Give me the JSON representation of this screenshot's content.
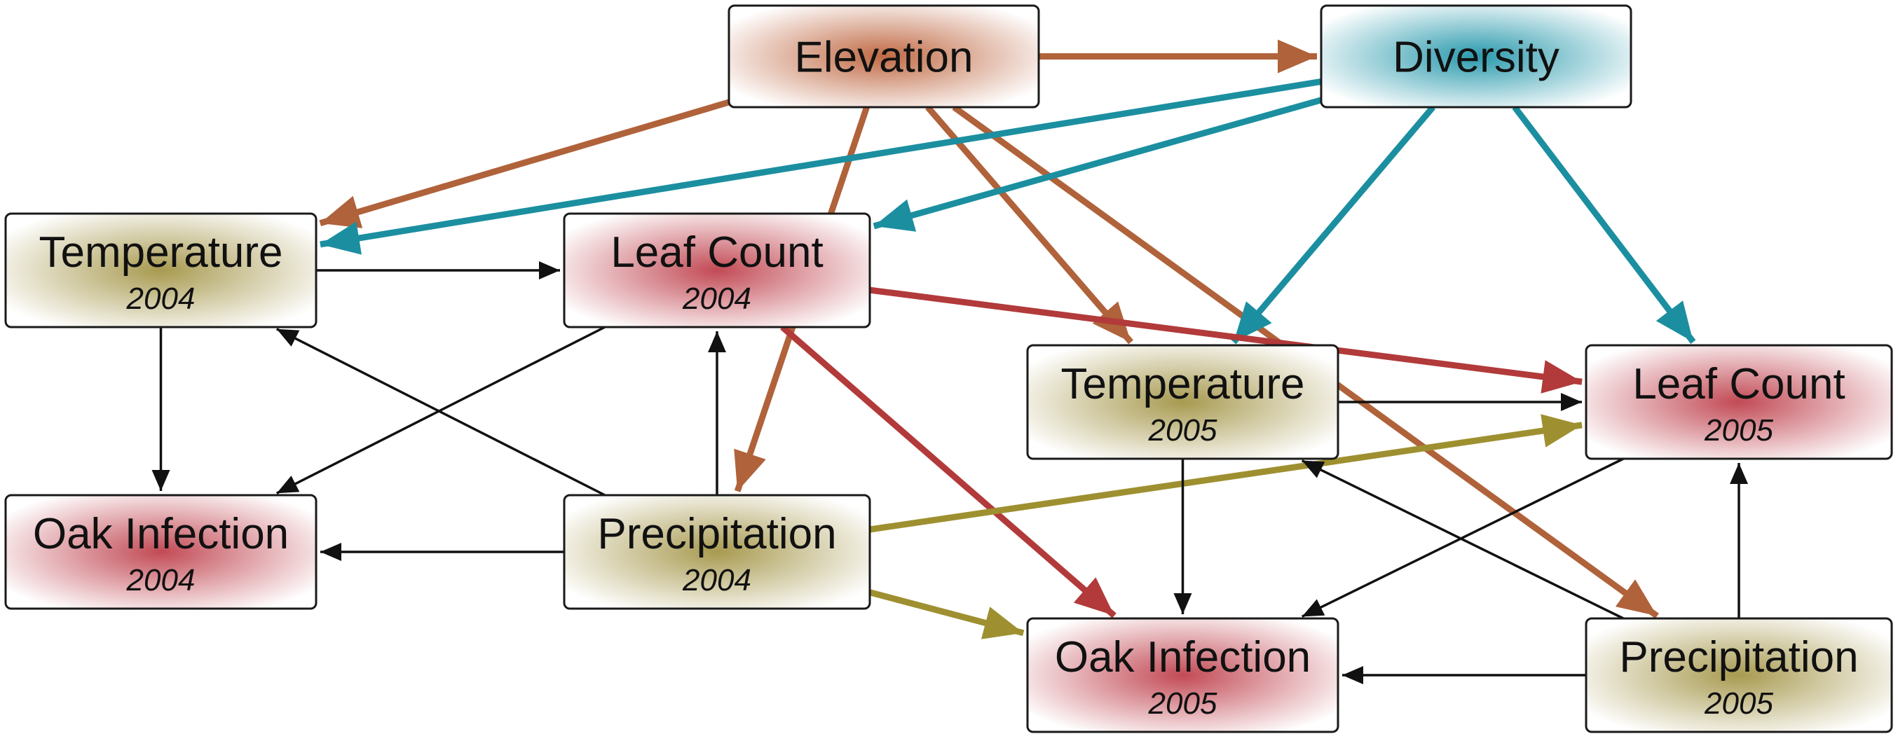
{
  "diagram": {
    "colors": {
      "elevation": "#b0623a",
      "diversity": "#1b8fa0",
      "leaf_count": "#b23a3a",
      "precipitation": "#9e9030",
      "neutral": "#111111",
      "climate_fill": "#a89a50",
      "leaf_fill": "#c24a55",
      "elevation_fill": "#c06a45",
      "diversity_fill": "#2a9aad"
    },
    "nodes": [
      {
        "id": "elevation",
        "label": "Elevation",
        "sublabel": "",
        "fill": "elevation"
      },
      {
        "id": "diversity",
        "label": "Diversity",
        "sublabel": "",
        "fill": "diversity"
      },
      {
        "id": "temp2004",
        "label": "Temperature",
        "sublabel": "2004",
        "fill": "climate"
      },
      {
        "id": "leaf2004",
        "label": "Leaf Count",
        "sublabel": "2004",
        "fill": "leaf"
      },
      {
        "id": "oak2004",
        "label": "Oak Infection",
        "sublabel": "2004",
        "fill": "leaf"
      },
      {
        "id": "precip2004",
        "label": "Precipitation",
        "sublabel": "2004",
        "fill": "climate"
      },
      {
        "id": "temp2005",
        "label": "Temperature",
        "sublabel": "2005",
        "fill": "climate"
      },
      {
        "id": "leaf2005",
        "label": "Leaf Count",
        "sublabel": "2005",
        "fill": "leaf"
      },
      {
        "id": "oak2005",
        "label": "Oak Infection",
        "sublabel": "2005",
        "fill": "leaf"
      },
      {
        "id": "precip2005",
        "label": "Precipitation",
        "sublabel": "2005",
        "fill": "climate"
      }
    ],
    "edges": [
      {
        "from": "elevation",
        "to": "diversity",
        "color": "elevation"
      },
      {
        "from": "elevation",
        "to": "temp2004",
        "color": "elevation"
      },
      {
        "from": "elevation",
        "to": "precip2004",
        "color": "elevation"
      },
      {
        "from": "elevation",
        "to": "temp2005",
        "color": "elevation"
      },
      {
        "from": "elevation",
        "to": "precip2005",
        "color": "elevation"
      },
      {
        "from": "diversity",
        "to": "temp2004",
        "color": "diversity"
      },
      {
        "from": "diversity",
        "to": "leaf2004",
        "color": "diversity"
      },
      {
        "from": "diversity",
        "to": "temp2005",
        "color": "diversity"
      },
      {
        "from": "diversity",
        "to": "leaf2005",
        "color": "diversity"
      },
      {
        "from": "leaf2004",
        "to": "leaf2005",
        "color": "leaf_count"
      },
      {
        "from": "leaf2004",
        "to": "oak2005",
        "color": "leaf_count"
      },
      {
        "from": "precip2004",
        "to": "leaf2005",
        "color": "precipitation"
      },
      {
        "from": "precip2004",
        "to": "oak2005",
        "color": "precipitation"
      },
      {
        "from": "temp2004",
        "to": "leaf2004",
        "color": "neutral"
      },
      {
        "from": "temp2004",
        "to": "oak2004",
        "color": "neutral"
      },
      {
        "from": "leaf2004",
        "to": "oak2004",
        "color": "neutral"
      },
      {
        "from": "precip2004",
        "to": "temp2004",
        "color": "neutral"
      },
      {
        "from": "precip2004",
        "to": "leaf2004",
        "color": "neutral"
      },
      {
        "from": "precip2004",
        "to": "oak2004",
        "color": "neutral"
      },
      {
        "from": "temp2005",
        "to": "leaf2005",
        "color": "neutral"
      },
      {
        "from": "temp2005",
        "to": "oak2005",
        "color": "neutral"
      },
      {
        "from": "leaf2005",
        "to": "oak2005",
        "color": "neutral"
      },
      {
        "from": "precip2005",
        "to": "temp2005",
        "color": "neutral"
      },
      {
        "from": "precip2005",
        "to": "leaf2005",
        "color": "neutral"
      },
      {
        "from": "precip2005",
        "to": "oak2005",
        "color": "neutral"
      }
    ]
  }
}
